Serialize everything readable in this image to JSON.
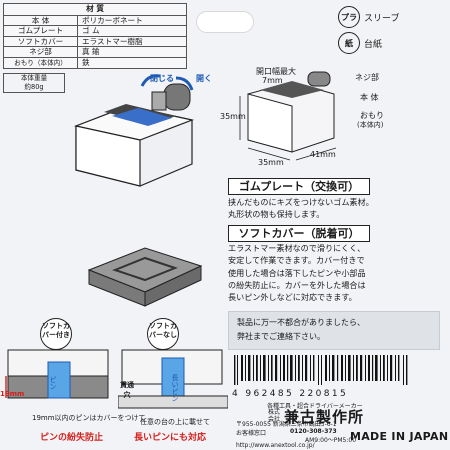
{
  "spec": {
    "title": "材 質",
    "rows": [
      {
        "k": "本 体",
        "v": "ポリカーボネート"
      },
      {
        "k": "ゴムプレート",
        "v": "ゴ ム"
      },
      {
        "k": "ソフトカバー",
        "v": "エラストマー樹脂"
      },
      {
        "k": "ネジ部",
        "v": "真 鍮"
      },
      {
        "k": "おもり（本体内）",
        "v": "鉄"
      }
    ],
    "weight_label": "本体重量",
    "weight_value": "約80g"
  },
  "recycle": [
    {
      "mark": "プラ",
      "label": "スリーブ"
    },
    {
      "mark": "紙",
      "label": "台紙"
    }
  ],
  "diagram": {
    "close_label": "閉じる",
    "open_label": "開く",
    "opening_label": "開口幅最大",
    "opening_value": "7mm",
    "screw_label": "ネジ部",
    "body_label": "本 体",
    "weight_label": "おもり",
    "weight_sub": "(本体内)",
    "height_value": "35mm",
    "width_value": "35mm",
    "depth_value": "41mm"
  },
  "rubber": {
    "heading": "ゴムプレート（交換可）",
    "lines": [
      "挟んだものにキズをつけないゴム素材。",
      "丸形状の物も保持します。"
    ]
  },
  "cover": {
    "heading": "ソフトカバー（脱着可）",
    "lines": [
      "エラストマー素材なので滑りにくく、",
      "安定して作業できます。カバー付きで",
      "使用した場合は落下したピンや小部品",
      "の紛失防止に。カバーを外した場合は",
      "長いピン外しなどに対応できます。"
    ]
  },
  "notice": {
    "lines": [
      "製品に万一不都合がありましたら、",
      "弊社までご連絡下さい。"
    ]
  },
  "barcode": {
    "number": "4 962485 220815"
  },
  "usage": {
    "with_cover": "ソフトカバー付き",
    "without_cover": "ソフトカバーなし",
    "pin_label": "ピン",
    "long_pin_label": "長いピン",
    "through_hole": "貫通穴",
    "dim_value": "19mm",
    "caption_left": "19mm以内のピンはカバーをつけて",
    "caption_left_em": "ピンの紛失防止",
    "caption_right": "任意の台の上に載せて",
    "caption_right_em": "長いピンにも対応"
  },
  "maker": {
    "category": "各種工具・超合ドライバーメーカー",
    "company_type": "株式会社",
    "name": "兼古製作所",
    "address": "〒955-0055 新潟県三条市鶴田3-6-1",
    "phone_label": "お客様窓口",
    "phone": "0120-308-373",
    "hours": "AM9:00～PM5:00",
    "web": "http://www.anextool.co.jp/",
    "made_in": "MADE IN JAPAN"
  },
  "colors": {
    "blue": "#1e5bb4",
    "red": "#d3201b",
    "panel": "#dfe2e7"
  }
}
